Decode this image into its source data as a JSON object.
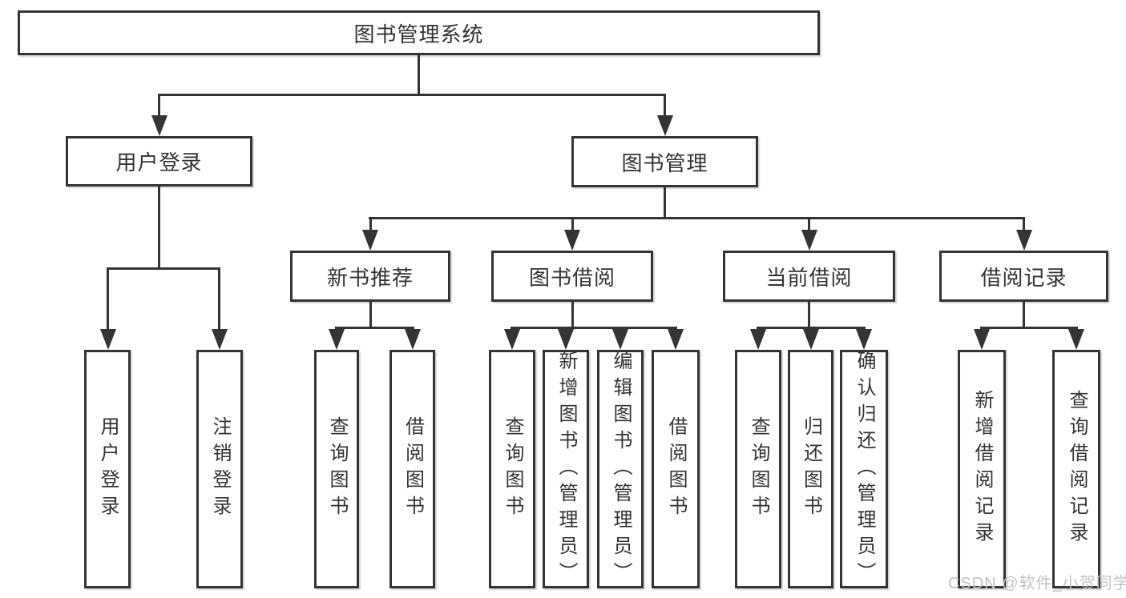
{
  "diagram": {
    "root": {
      "label": "图书管理系统"
    },
    "level2": [
      {
        "label": "用户登录"
      },
      {
        "label": "图书管理"
      }
    ],
    "level3": [
      {
        "label": "新书推荐"
      },
      {
        "label": "图书借阅"
      },
      {
        "label": "当前借阅"
      },
      {
        "label": "借阅记录"
      }
    ],
    "leaves": [
      {
        "label": "用户登录"
      },
      {
        "label": "注销登录"
      },
      {
        "label": "查询图书"
      },
      {
        "label": "借阅图书"
      },
      {
        "label": "查询图书"
      },
      {
        "label": "新增图书（管理员）"
      },
      {
        "label": "编辑图书（管理员）"
      },
      {
        "label": "借阅图书"
      },
      {
        "label": "查询图书"
      },
      {
        "label": "归还图书"
      },
      {
        "label": "确认归还（管理员）"
      },
      {
        "label": "新增借阅记录"
      },
      {
        "label": "查询借阅记录"
      }
    ]
  },
  "watermark": {
    "text": "CSDN @软件_小贺同学"
  },
  "colors": {
    "line": "#343434",
    "text": "#333333",
    "watermark": "#c3c3c3",
    "background": "#ffffff"
  }
}
